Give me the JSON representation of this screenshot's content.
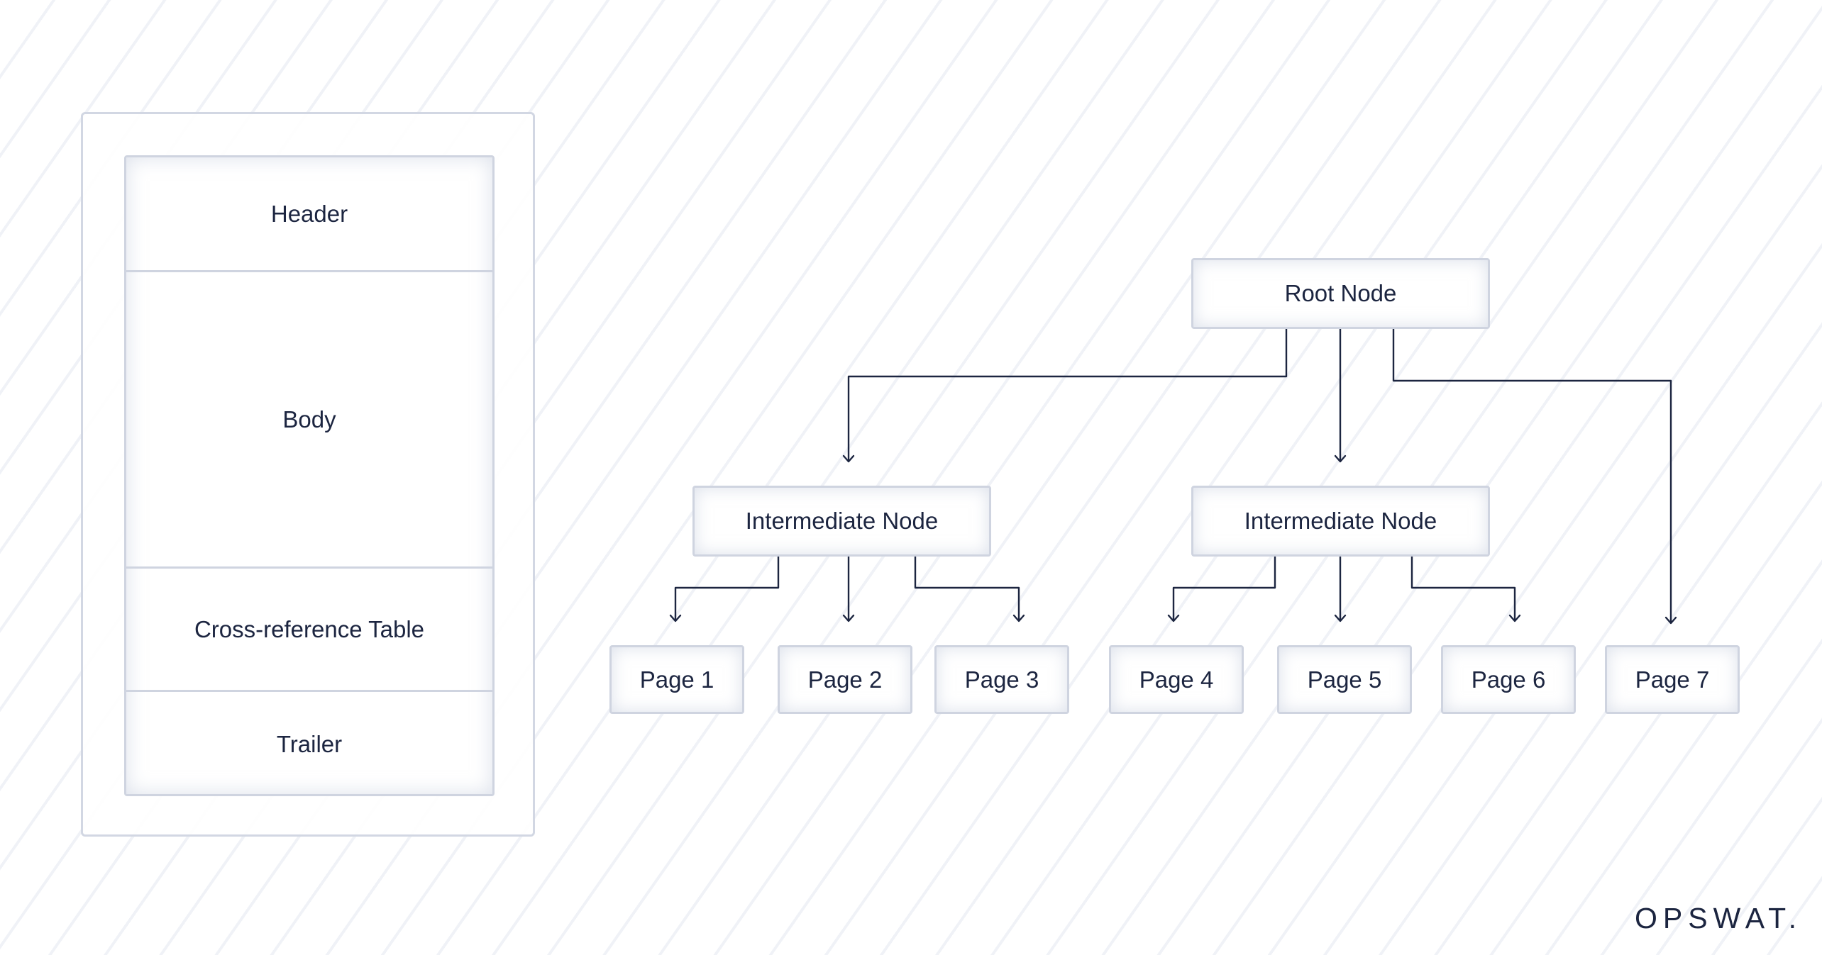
{
  "file_structure": {
    "sections": [
      {
        "label": "Header"
      },
      {
        "label": "Body"
      },
      {
        "label": "Cross-reference Table"
      },
      {
        "label": "Trailer"
      }
    ]
  },
  "tree": {
    "root": {
      "label": "Root Node"
    },
    "intermediate": [
      {
        "label": "Intermediate Node"
      },
      {
        "label": "Intermediate Node"
      }
    ],
    "pages": [
      {
        "label": "Page 1"
      },
      {
        "label": "Page 2"
      },
      {
        "label": "Page 3"
      },
      {
        "label": "Page 4"
      },
      {
        "label": "Page 5"
      },
      {
        "label": "Page 6"
      },
      {
        "label": "Page 7"
      }
    ]
  },
  "brand": {
    "logo_text": "OPSWAT.",
    "line_color": "#1c2540",
    "box_border_color": "#cfd4e0"
  }
}
